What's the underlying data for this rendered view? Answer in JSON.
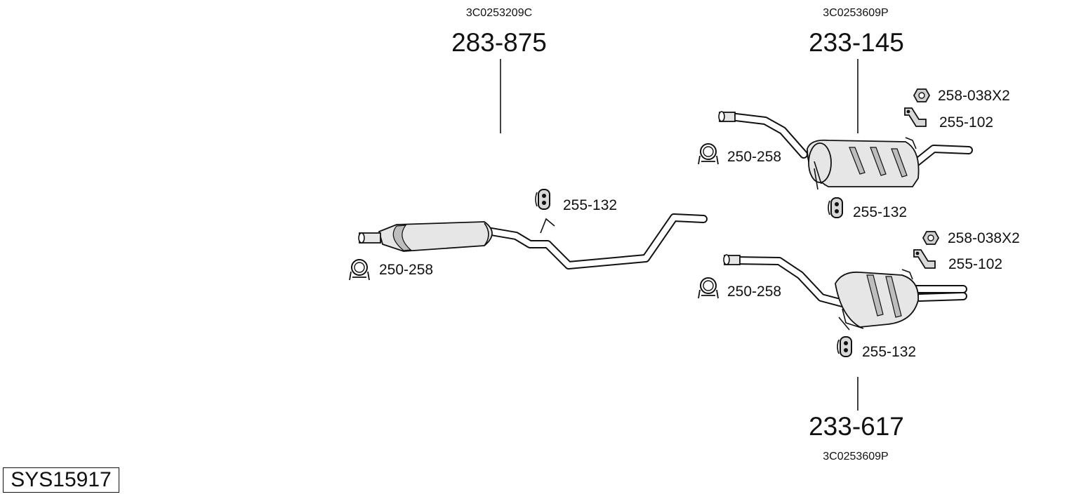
{
  "system_id": "SYS15917",
  "parts": {
    "front": {
      "oem": "3C0253209C",
      "number": "283-875"
    },
    "rear_a": {
      "oem": "3C0253609P",
      "number": "233-145"
    },
    "rear_b": {
      "oem": "3C0253609P",
      "number": "233-617"
    }
  },
  "accessories": {
    "clamp_front": "250-258",
    "hanger_front": "255-132",
    "clamp_rear_a": "250-258",
    "hanger_rear_a": "255-132",
    "nut_rear_a": "258-038X2",
    "bracket_rear_a": "255-102",
    "clamp_rear_b": "250-258",
    "hanger_rear_b": "255-132",
    "nut_rear_b": "258-038X2",
    "bracket_rear_b": "255-102"
  }
}
